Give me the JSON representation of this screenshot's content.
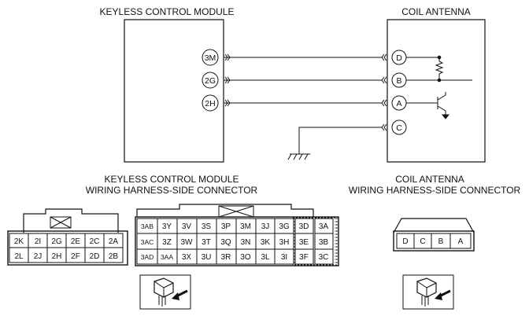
{
  "schematic": {
    "module_title": "KEYLESS CONTROL MODULE",
    "antenna_title": "COIL ANTENNA",
    "module_pins": [
      "3M",
      "2G",
      "2H"
    ],
    "antenna_pins": [
      "D",
      "B",
      "A",
      "C"
    ]
  },
  "connectors": {
    "module_title_line1": "KEYLESS CONTROL MODULE",
    "module_title_line2": "WIRING HARNESS-SIDE CONNECTOR",
    "antenna_title_line1": "COIL ANTENNA",
    "antenna_title_line2": "WIRING HARNESS-SIDE CONNECTOR",
    "kcm_small": {
      "row1": [
        "2K",
        "2I",
        "2G",
        "2E",
        "2C",
        "2A"
      ],
      "row2": [
        "2L",
        "2J",
        "2H",
        "2F",
        "2D",
        "2B"
      ]
    },
    "kcm_large": {
      "row1": [
        "3AB",
        "3Y",
        "3V",
        "3S",
        "3P",
        "3M",
        "3J",
        "3G",
        "3D",
        "3A"
      ],
      "row2": [
        "3AC",
        "3Z",
        "3W",
        "3T",
        "3Q",
        "3N",
        "3K",
        "3H",
        "3E",
        "3B"
      ],
      "row3": [
        "3AD",
        "3AA",
        "3X",
        "3U",
        "3R",
        "3O",
        "3L",
        "3I",
        "3F",
        "3C"
      ]
    },
    "antenna": {
      "row1": [
        "D",
        "C",
        "B",
        "A"
      ]
    }
  }
}
